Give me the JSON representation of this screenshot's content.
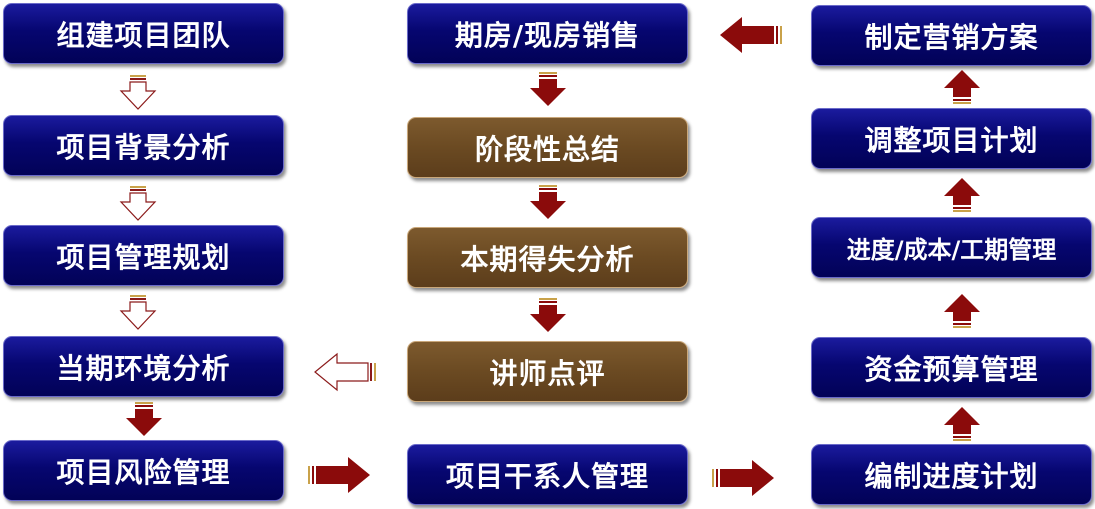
{
  "colors": {
    "box_blue": "#060670",
    "box_brown": "#6b4a22",
    "arrow_dark_red": "#8b0b0b",
    "arrow_hollow_outline": "#8b1a1a",
    "arrow_gold_stripe": "#c9a24a"
  },
  "column_left": {
    "step1": "组建项目团队",
    "step2": "项目背景分析",
    "step3": "项目管理规划",
    "step4": "当期环境分析",
    "step5": "项目风险管理"
  },
  "column_middle": {
    "step1": "期房/现房销售",
    "step2": "阶段性总结",
    "step3": "本期得失分析",
    "step4": "讲师点评",
    "step5": "项目干系人管理"
  },
  "column_right": {
    "step1": "制定营销方案",
    "step2": "调整项目计划",
    "step3": "进度/成本/工期管理",
    "step4": "资金预算管理",
    "step5": "编制进度计划"
  }
}
